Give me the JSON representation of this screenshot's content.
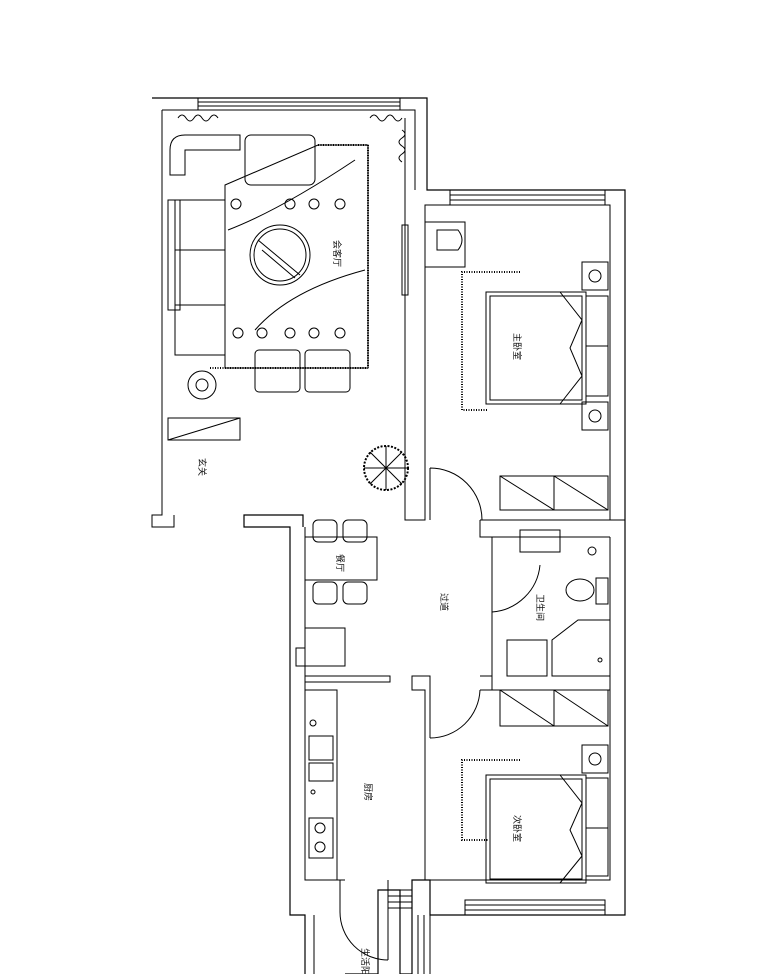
{
  "plan": {
    "rooms": {
      "living_room": "会客厅",
      "master_bedroom": "主卧室",
      "entrance": "玄关",
      "dining_room": "餐厅",
      "corridor": "过道",
      "bathroom": "卫生间",
      "kitchen": "厨房",
      "second_bedroom": "次卧室",
      "utility_balcony": "生活阳台"
    }
  }
}
